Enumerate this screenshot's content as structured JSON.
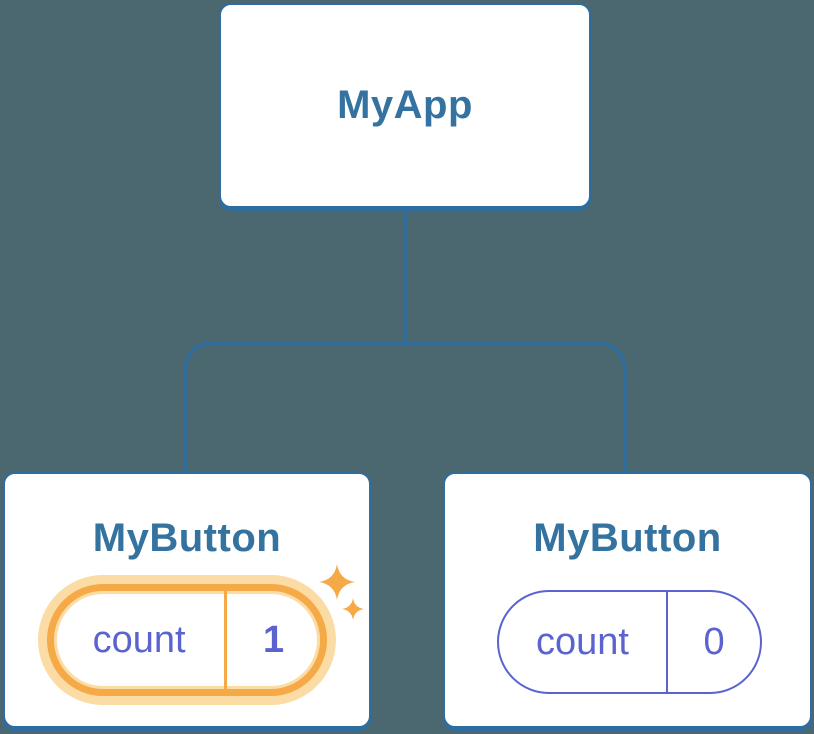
{
  "colors": {
    "background": "#4B6770",
    "card_bg": "#FFFFFF",
    "node_border": "#2E6D9E",
    "node_title": "#34739F",
    "state_accent": "#5A63D0",
    "highlight": "#F5A947",
    "highlight_glow": "#FBDCA4"
  },
  "tree": {
    "root": {
      "label": "MyApp"
    },
    "children": [
      {
        "label": "MyButton",
        "state": {
          "key": "count",
          "value": "1"
        },
        "highlighted": true
      },
      {
        "label": "MyButton",
        "state": {
          "key": "count",
          "value": "0"
        },
        "highlighted": false
      }
    ]
  }
}
